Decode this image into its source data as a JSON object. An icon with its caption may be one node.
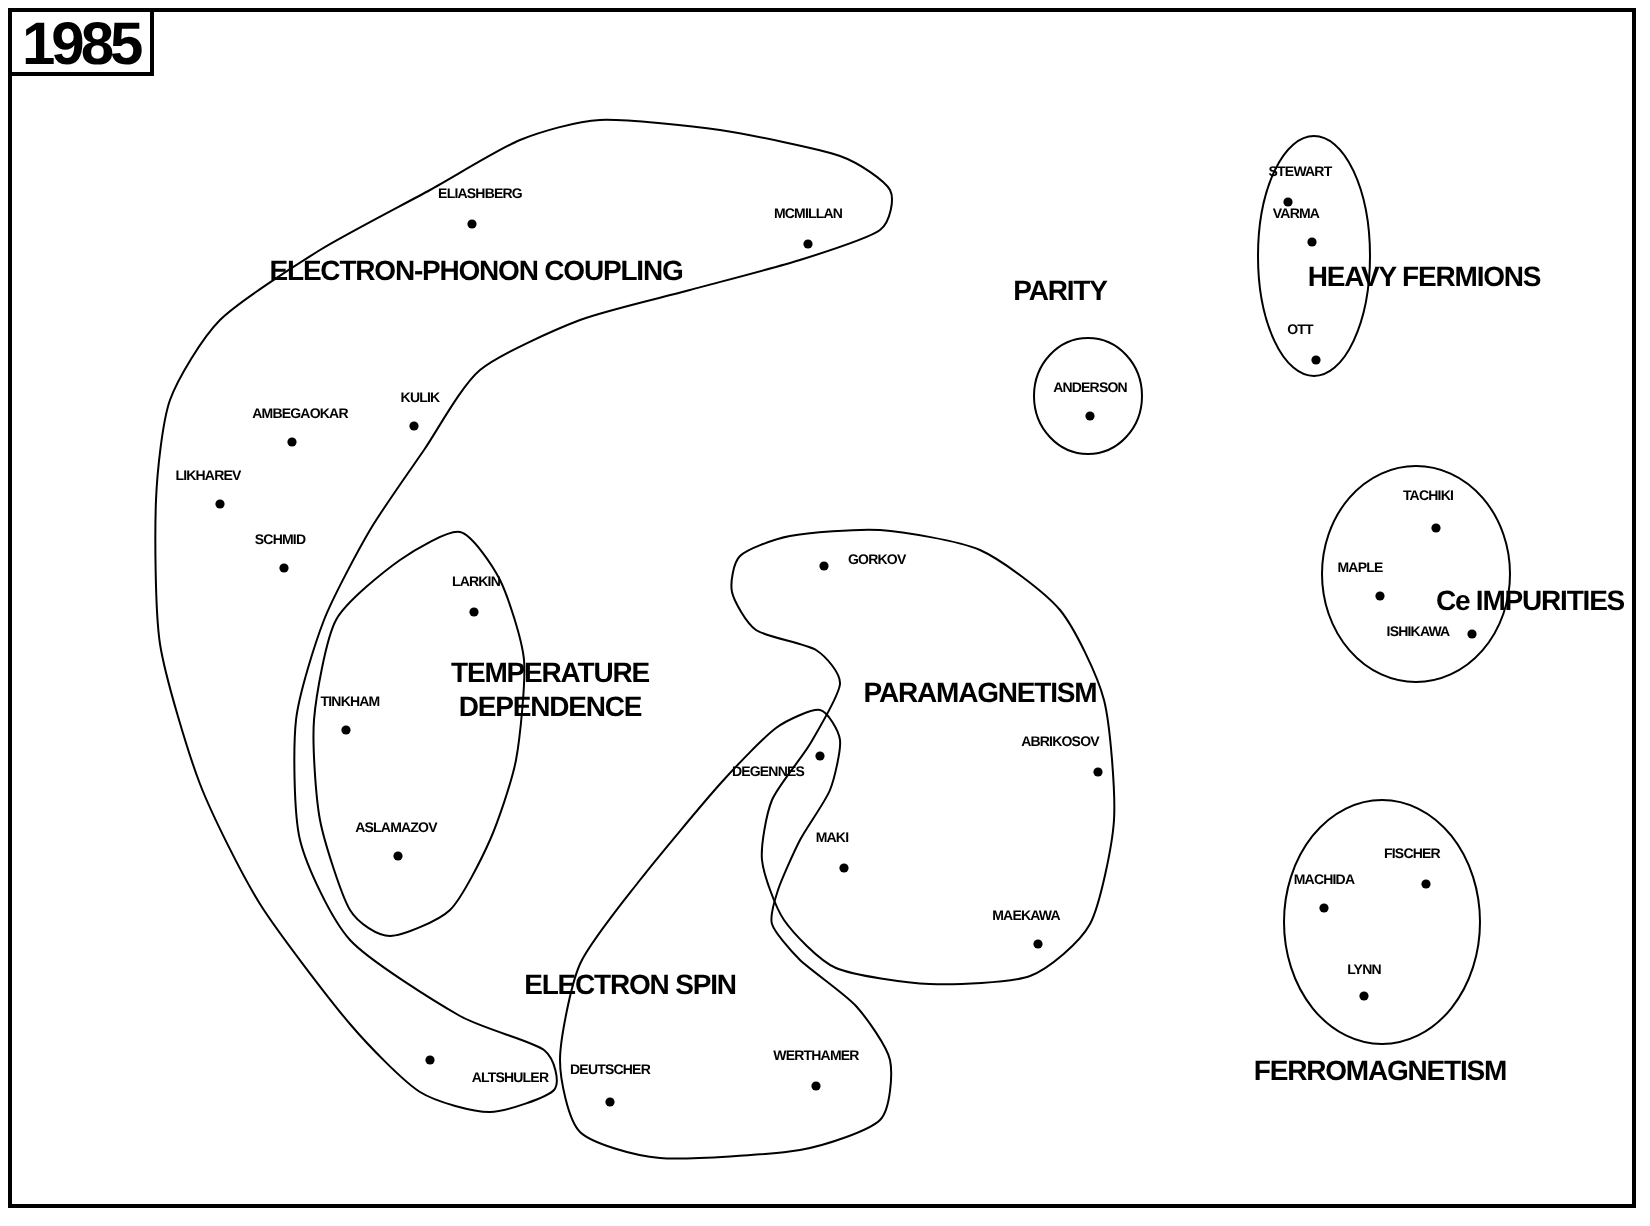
{
  "diagram": {
    "title": "1985",
    "nodes": [
      {
        "text": [
          "ELECTRON-PHONON COUPLING",
          "ELIASHBERG",
          "MCMILLAN",
          "KULIK",
          "AMBEGAOKAR",
          "LIKHAREV",
          "SCHMID",
          "ALTSHULER"
        ]
      },
      {
        "text": [
          "HEAVY FERMIONS",
          "STEWART",
          "VARMA",
          "OTT"
        ]
      },
      {
        "text": [
          "PARITY",
          "ANDERSON"
        ]
      },
      {
        "text": [
          "TEMPERATURE DEPENDENCE",
          "LARKIN",
          "TINKHAM",
          "ASLAMAZOV"
        ]
      },
      {
        "text": [
          "PARAMAGNETISM",
          "GORKOV",
          "ABRIKOSOV",
          "MAKI",
          "MAEKAWA"
        ]
      },
      {
        "text": [
          "Ce IMPURITIES",
          "TACHIKI",
          "MAPLE",
          "ISHIKAWA"
        ]
      },
      {
        "text": [
          "ELECTRON SPIN",
          "DEGENNES",
          "DEUTSCHER",
          "WERTHAMER"
        ]
      },
      {
        "text": [
          "FERROMAGNETISM",
          "MACHIDA",
          "FISCHER",
          "LYNN"
        ]
      }
    ],
    "edges": []
  }
}
